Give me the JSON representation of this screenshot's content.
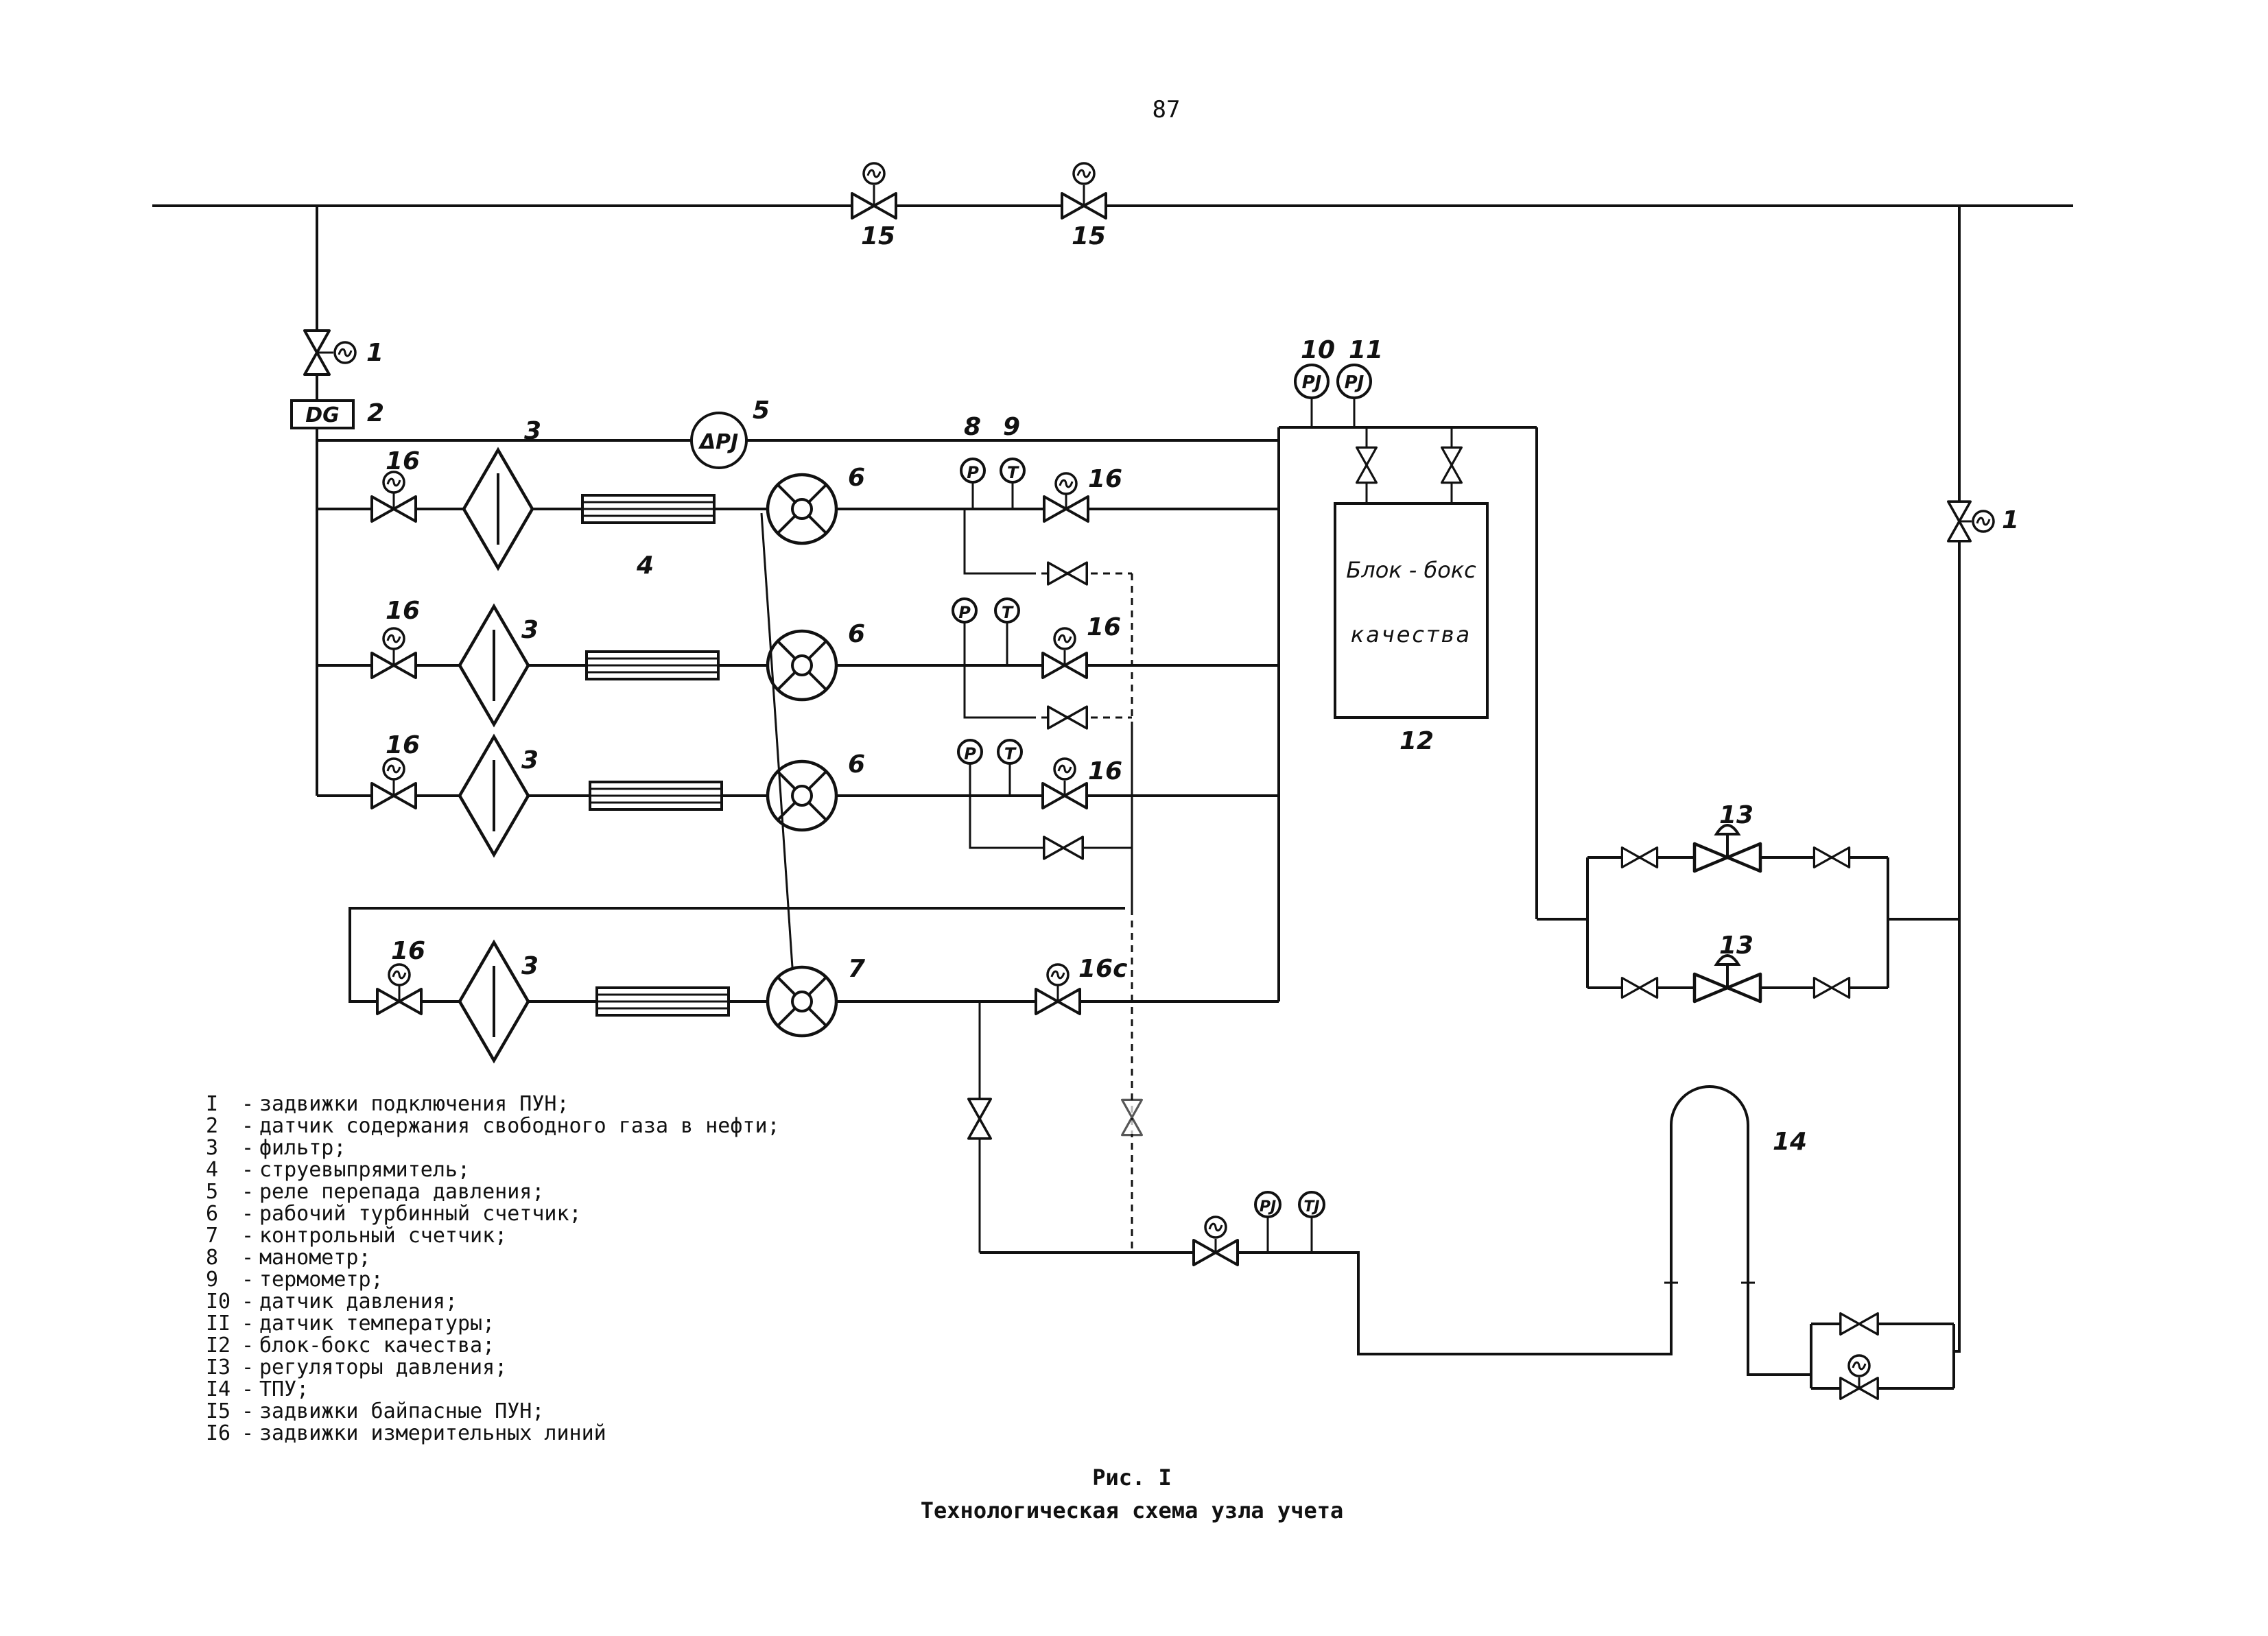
{
  "page": {
    "number": "87"
  },
  "labels": {
    "n1": "1",
    "n1b": "1",
    "n2": "2",
    "n3": "3",
    "n4": "4",
    "n5": "5",
    "n6": "6",
    "n7": "7",
    "n8": "8",
    "n9": "9",
    "n10": "10",
    "n11": "11",
    "n12": "12",
    "n13": "13",
    "n14": "14",
    "n15": "15",
    "n16": "16",
    "n16c": "16с",
    "dg": "DG",
    "dpj": "ΔPJ",
    "pj": "PJ",
    "tj": "TJ",
    "p": "P",
    "t": "T",
    "block_line1": "Блок - бокс",
    "block_line2": "качества"
  },
  "legend": [
    {
      "num": "I",
      "text": "задвижки подключения ПУН;"
    },
    {
      "num": "2",
      "text": "датчик содержания свободного газа в нефти;"
    },
    {
      "num": "3",
      "text": "фильтр;"
    },
    {
      "num": "4",
      "text": "струевыпрямитель;"
    },
    {
      "num": "5",
      "text": "реле перепада давления;"
    },
    {
      "num": "6",
      "text": "рабочий турбинный счетчик;"
    },
    {
      "num": "7",
      "text": "контрольный счетчик;"
    },
    {
      "num": "8",
      "text": "манометр;"
    },
    {
      "num": "9",
      "text": "термометр;"
    },
    {
      "num": "I0",
      "text": "датчик давления;"
    },
    {
      "num": "II",
      "text": "датчик температуры;"
    },
    {
      "num": "I2",
      "text": "блок-бокс качества;"
    },
    {
      "num": "I3",
      "text": "регуляторы давления;"
    },
    {
      "num": "I4",
      "text": "ТПУ;"
    },
    {
      "num": "I5",
      "text": "задвижки байпасные ПУН;"
    },
    {
      "num": "I6",
      "text": "задвижки измерительных линий"
    }
  ],
  "caption": {
    "figure": "Рис. I",
    "title": "Технологическая схема узла учета"
  }
}
